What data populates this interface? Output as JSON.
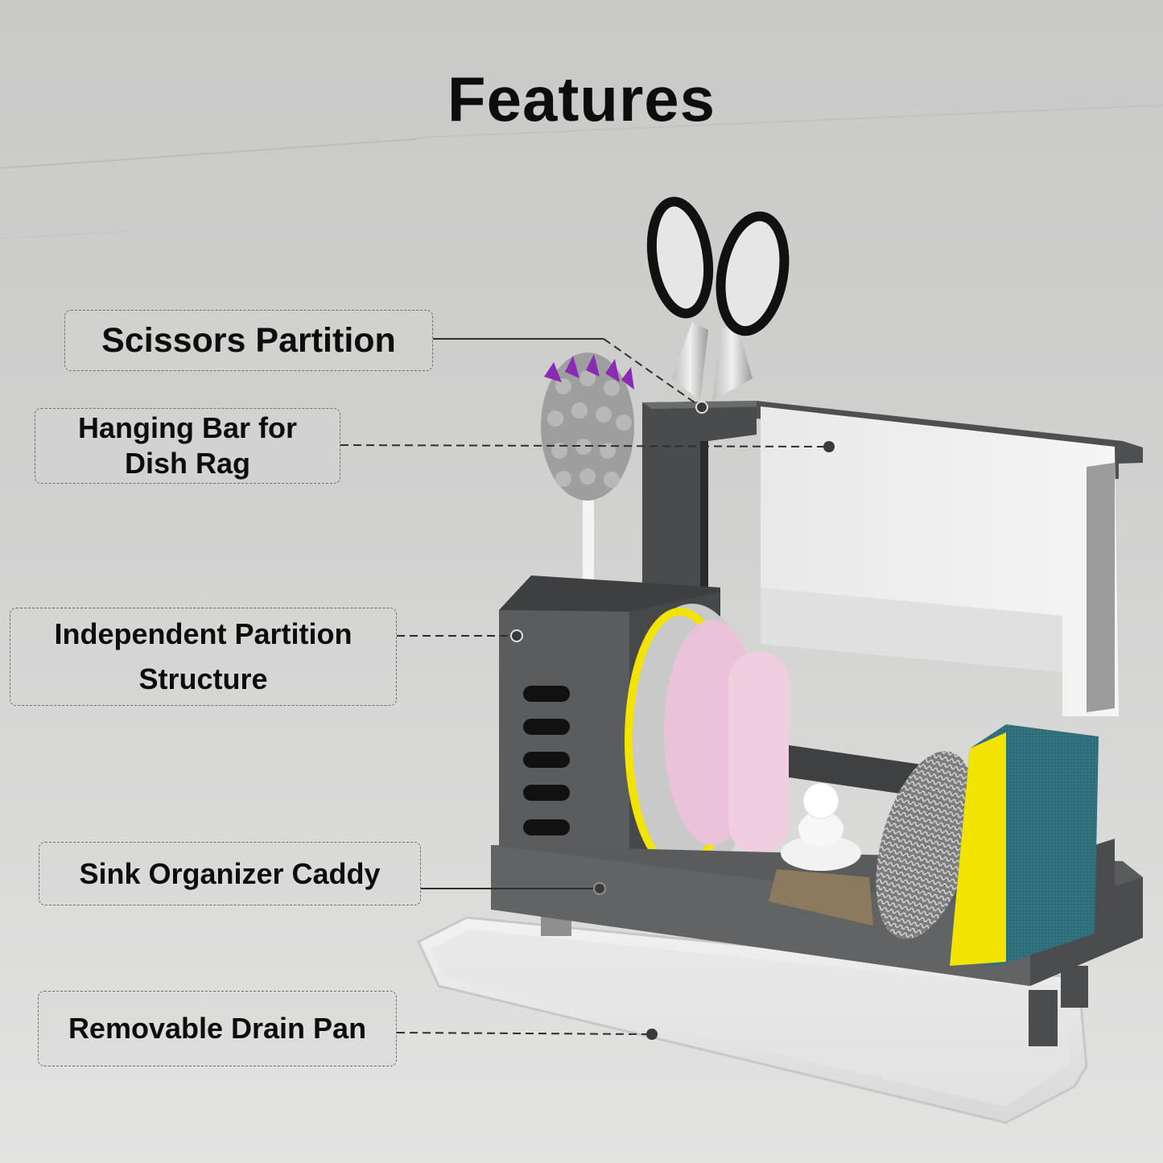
{
  "title": "Features",
  "features": [
    {
      "label": "Scissors Partition",
      "lines": [
        "Scissors Partition"
      ],
      "target": "scissors-slot"
    },
    {
      "label": "Hanging Bar for Dish Rag",
      "lines": [
        "Hanging Bar for",
        "Dish Rag"
      ],
      "target": "dish-rag-bar"
    },
    {
      "label": "Independent Partition Structure",
      "lines": [
        "Independent Partition",
        "Structure"
      ],
      "target": "brush-holder"
    },
    {
      "label": "Sink Organizer Caddy",
      "lines": [
        "Sink Organizer Caddy"
      ],
      "target": "caddy-tray"
    },
    {
      "label": "Removable Drain Pan",
      "lines": [
        "Removable Drain Pan"
      ],
      "target": "drain-pan"
    }
  ],
  "colors": {
    "background": "#cfcfce",
    "caddy": "#58595b",
    "caddy_dark": "#3f4042",
    "text": "#0d0d0d",
    "leader_line": "#3a3a3a",
    "brush_purple": "#8a2bb5",
    "sponge_yellow": "#f2e400",
    "sponge_teal": "#2d6a78",
    "scrubber_pink": "#eac3d8"
  }
}
